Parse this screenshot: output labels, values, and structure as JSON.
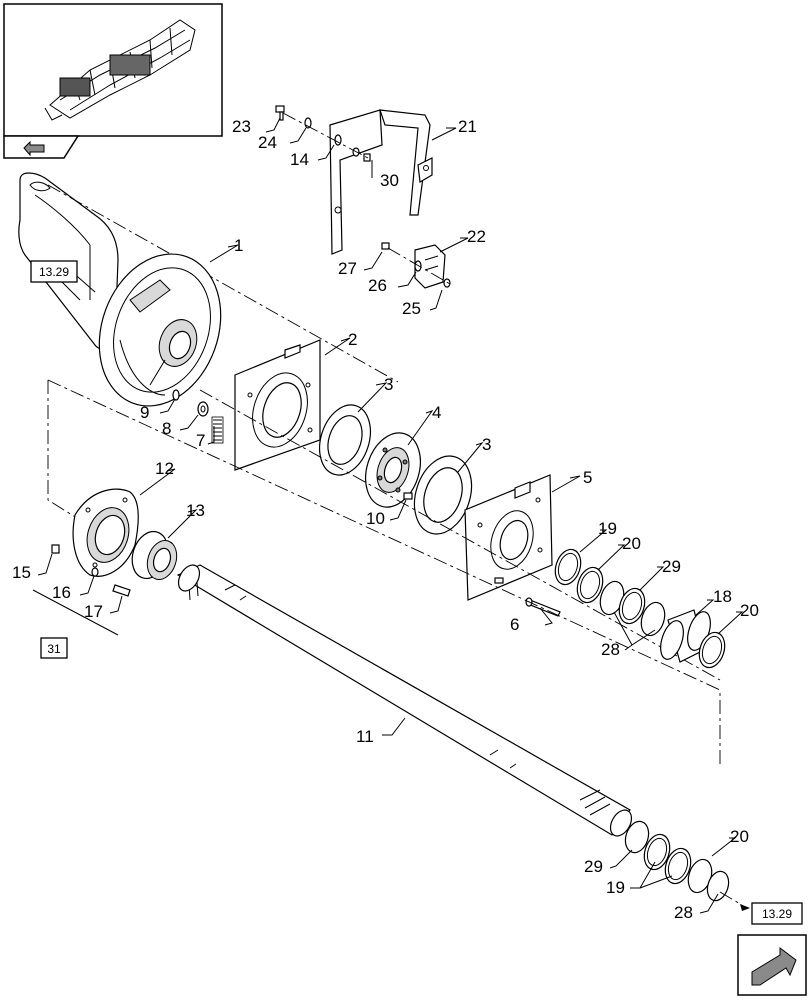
{
  "callouts": {
    "c1": "1",
    "c2": "2",
    "c3a": "3",
    "c3b": "3",
    "c4": "4",
    "c5": "5",
    "c6": "6",
    "c7": "7",
    "c8": "8",
    "c9": "9",
    "c10": "10",
    "c11": "11",
    "c12": "12",
    "c13": "13",
    "c14": "14",
    "c15": "15",
    "c16": "16",
    "c17": "17",
    "c18": "18",
    "c19a": "19",
    "c19b": "19",
    "c20a": "20",
    "c20b": "20",
    "c20c": "20",
    "c21": "21",
    "c22": "22",
    "c23": "23",
    "c24": "24",
    "c25": "25",
    "c26": "26",
    "c27": "27",
    "c28a": "28",
    "c28b": "28",
    "c29a": "29",
    "c29b": "29",
    "c30": "30"
  },
  "refs": {
    "ref_left": "13.29",
    "ref_bottom": "13.29",
    "ref_31": "31"
  },
  "icons": {
    "thumbnail": "machine-overview-thumbnail",
    "nav_back": "arrow-back-icon",
    "nav_next": "arrow-next-icon"
  }
}
